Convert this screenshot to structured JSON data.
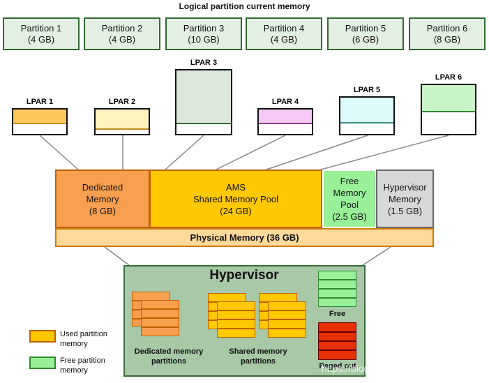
{
  "title": "Logical partition current memory",
  "partitions": [
    {
      "name": "Partition 1",
      "size": "(4 GB)"
    },
    {
      "name": "Partition 2",
      "size": "(4 GB)"
    },
    {
      "name": "Partition 3",
      "size": "(10 GB)"
    },
    {
      "name": "Partition 4",
      "size": "(4 GB)"
    },
    {
      "name": "Partition 5",
      "size": "(6 GB)"
    },
    {
      "name": "Partition 6",
      "size": "(8 GB)"
    }
  ],
  "lpars": [
    {
      "label": "LPAR 1",
      "fill": "#ffc85a",
      "line": "#d08a00"
    },
    {
      "label": "LPAR 2",
      "fill": "#fff3c0",
      "line": "#c58a1f"
    },
    {
      "label": "LPAR 3",
      "fill": "#dde8dd",
      "line": "#2e6b2e"
    },
    {
      "label": "LPAR 4",
      "fill": "#f5c8f5",
      "line": "#8a3c8a"
    },
    {
      "label": "LPAR 5",
      "fill": "#dcfafa",
      "line": "#2e8a8a"
    },
    {
      "label": "LPAR 6",
      "fill": "#c8f5c8",
      "line": "#2e8a2e"
    }
  ],
  "memory": {
    "dedicated": {
      "line1": "Dedicated",
      "line2": "Memory",
      "line3": "(8 GB)"
    },
    "ams": {
      "line1": "AMS",
      "line2": "Shared Memory Pool",
      "line3": "(24 GB)"
    },
    "free": {
      "line1": "Free",
      "line2": "Memory",
      "line3": "Pool",
      "line4": "(2.5 GB)"
    },
    "hypervisor": {
      "line1": "Hypervisor",
      "line2": "Memory",
      "line3": "(1.5 GB)"
    },
    "physical": "Physical Memory (36 GB)"
  },
  "hypervisor_area": {
    "title": "Hypervisor",
    "dedicated_label_1": "Dedicated memory",
    "dedicated_label_2": "partitions",
    "shared_label_1": "Shared memory",
    "shared_label_2": "partitions",
    "free_label": "Free",
    "paged_label": "Paged out"
  },
  "legend": {
    "used_1": "Used partition",
    "used_2": "memory",
    "free_1": "Free partition",
    "free_2": "memory"
  },
  "watermark": "https://blog.csdn.net/weixin_42051187",
  "colors": {
    "dedicated": "#f9a050",
    "ams": "#ffc800",
    "free": "#98f098",
    "hypervisor": "#d8d8d8",
    "physical": "#fdd99a",
    "hyper_bg": "#a8c8a8",
    "paged": "#e83000"
  }
}
